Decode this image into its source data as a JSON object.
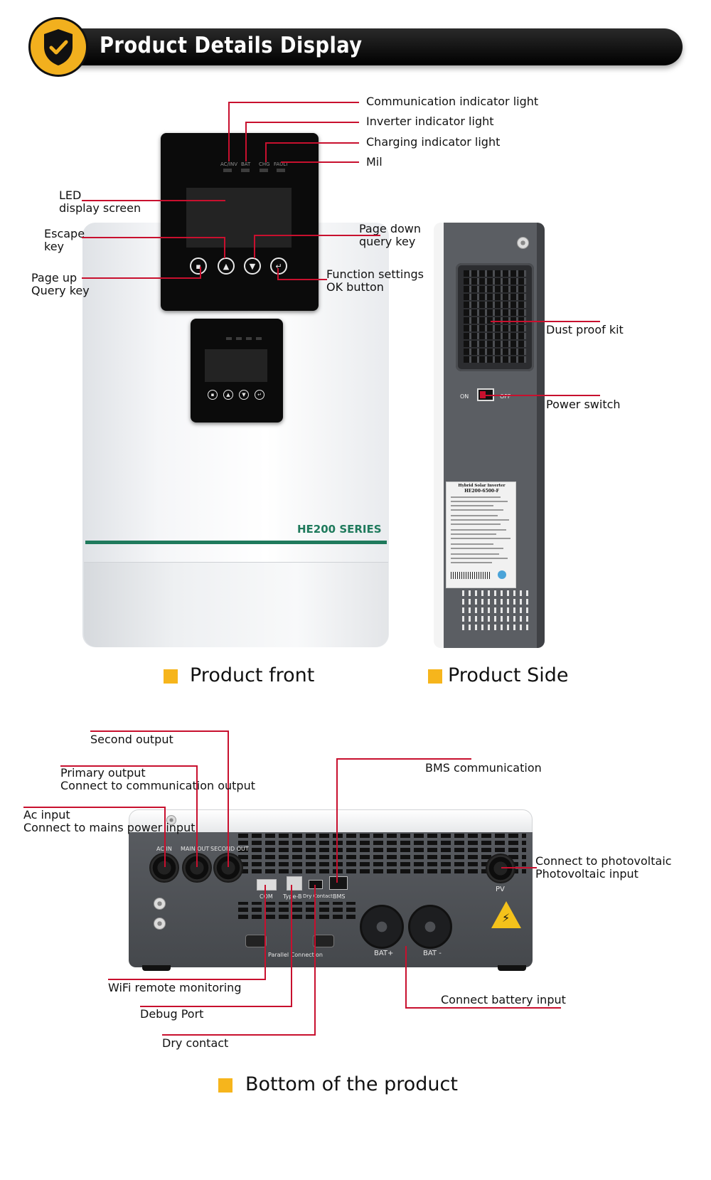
{
  "header": {
    "title": "Product Details Display",
    "badge_icon": "shield-check-icon",
    "badge_color": "#f2b01e"
  },
  "front": {
    "labels": {
      "communication_light": "Communication indicator light",
      "inverter_light": "Inverter indicator light",
      "charging_light": "Charging indicator light",
      "mil": "Mil",
      "led_screen_1": "LED",
      "led_screen_2": "display screen",
      "escape_1": "Escape",
      "escape_2": "key",
      "page_up_1": "Page up",
      "page_up_2": "Query key",
      "page_down_1": "Page down",
      "page_down_2": "query key",
      "function_1": "Function settings",
      "function_2": "OK button"
    },
    "panel_indicators": [
      "AC/INV",
      "BAT",
      "CHG",
      "FAULT"
    ],
    "series_text": "HE200 SERIES",
    "caption": "Product front"
  },
  "side": {
    "labels": {
      "dust_proof": "Dust proof kit",
      "power_switch": "Power switch"
    },
    "switch_on": "ON",
    "switch_off": "OFF",
    "sticker_title": "Hybrid Solar Inverter",
    "sticker_model": "HE200-6500-F",
    "caption": "Product Side"
  },
  "bottom": {
    "labels": {
      "second_output": "Second output",
      "primary_output_1": "Primary output",
      "primary_output_2": "Connect to communication output",
      "ac_input_1": "Ac input",
      "ac_input_2": "Connect to mains power input",
      "bms": "BMS communication",
      "pv_1": "Connect to photovoltaic",
      "pv_2": "Photovoltaic input",
      "wifi": "WiFi remote monitoring",
      "debug": "Debug Port",
      "dry": "Dry contact",
      "battery": "Connect battery input"
    },
    "ports": {
      "ac_in": "AC IN",
      "main_out": "MAIN OUT",
      "second_out": "SECOND OUT",
      "com": "COM",
      "type_b": "Type-B",
      "dry_contact": "Dry Contact",
      "bms": "BMS",
      "pv": "PV",
      "bat_plus": "BAT+",
      "bat_minus": "BAT -",
      "parallel": "Parallel Connection"
    },
    "caption": "Bottom of the product"
  },
  "colors": {
    "leader_line": "#c8102e",
    "accent_square": "#f6b51c",
    "series_green": "#1f7a5c"
  }
}
